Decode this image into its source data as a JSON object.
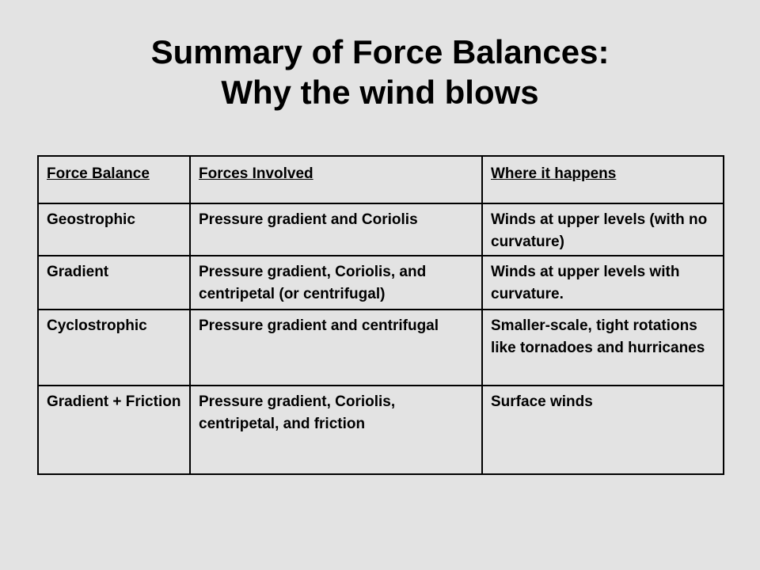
{
  "slide": {
    "title_line1": "Summary of Force Balances:",
    "title_line2": "Why the wind blows"
  },
  "table": {
    "headers": [
      "Force Balance",
      "Forces Involved",
      "Where it happens"
    ],
    "rows": [
      [
        "Geostrophic",
        "Pressure gradient and Coriolis",
        "Winds at upper levels (with no curvature)"
      ],
      [
        "Gradient",
        "Pressure gradient, Coriolis, and centripetal (or centrifugal)",
        "Winds at upper levels with curvature."
      ],
      [
        "Cyclostrophic",
        "Pressure gradient and centrifugal",
        "Smaller-scale, tight rotations like tornadoes and hurricanes"
      ],
      [
        "Gradient + Friction",
        "Pressure gradient, Coriolis, centripetal, and friction",
        "Surface winds"
      ]
    ]
  }
}
